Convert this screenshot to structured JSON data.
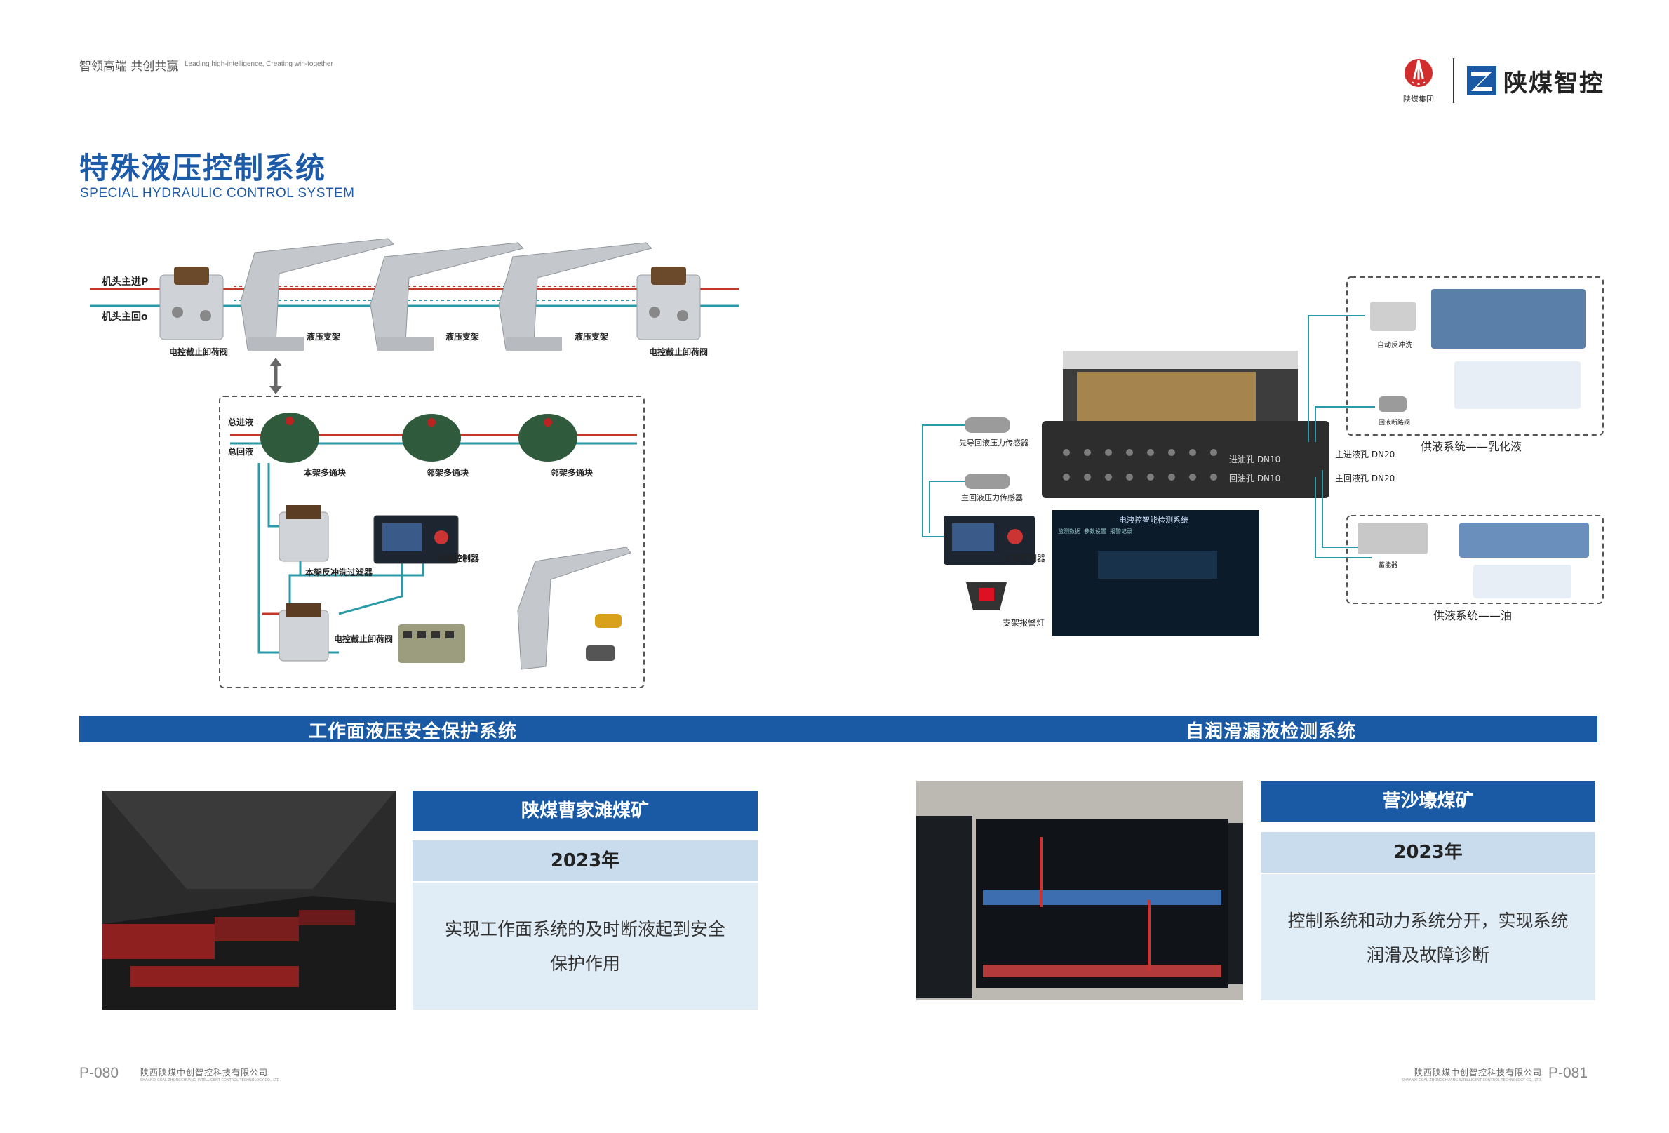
{
  "header": {
    "slogan_cn": "智领高端 共创共赢",
    "slogan_en": "Leading high-intelligence, Creating win-together",
    "group_name": "陕煤集团",
    "brand_name": "陕煤智控"
  },
  "title": {
    "cn": "特殊液压控制系统",
    "en": "SPECIAL HYDRAULIC CONTROL SYSTEM"
  },
  "left_diagram": {
    "main_in": "机头主进P",
    "main_return": "机头主回o",
    "support": "液压支架",
    "cutoff_valve": "电控截止卸荷阀",
    "total_in": "总进液",
    "total_return": "总回液",
    "local_block": "本架多通块",
    "neighbor_block": "邻架多通块",
    "backflush_filter": "本架反冲洗过滤器",
    "controller": "本架控制器",
    "cutoff_valve_2": "电控截止卸荷阀"
  },
  "right_diagram": {
    "pilot_sensor": "先导回液压力传感器",
    "main_sensor": "主回液压力传感器",
    "in_port": "进油孔 DN10",
    "return_port": "回油孔 DN10",
    "main_in_port": "主进液孔 DN20",
    "main_return_port": "主回液孔 DN20",
    "support_controller": "支架控制器",
    "alarm_light": "支架报警灯",
    "auto_backflush": "自动反冲洗",
    "return_filter": "回液断路阀",
    "accumulator": "蓄能器",
    "emulsion_system": "供液系统——乳化液",
    "oil_system": "供液系统——油",
    "monitor_title": "电液控智能检测系统",
    "monitor_tab_1": "监测数据",
    "monitor_tab_2": "参数设置",
    "monitor_tab_3": "报警记录"
  },
  "sections": {
    "left_label": "工作面液压安全保护系统",
    "right_label": "自润滑漏液检测系统"
  },
  "cases": [
    {
      "mine": "陕煤曹家滩煤矿",
      "year": "2023年",
      "desc_1": "实现工作面系统的及时断液起到安全",
      "desc_2": "保护作用"
    },
    {
      "mine": "营沙壕煤矿",
      "year": "2023年",
      "desc_1": "控制系统和动力系统分开，实现系统",
      "desc_2": "润滑及故障诊断"
    }
  ],
  "footer": {
    "page_left": "P-080",
    "page_right": "P-081",
    "company_cn": "陕西陕煤中创智控科技有限公司",
    "company_en": "SHAANXI COAL ZHONGCHUANG INTELLIGENT CONTROL TECHNOLOGY CO., LTD."
  },
  "colors": {
    "brand_blue": "#1a5aa5",
    "pressure_line": "#c0392b",
    "return_line": "#2a9aa8",
    "panel_light": "#e0ecf6",
    "panel_mid": "#c9dced"
  }
}
